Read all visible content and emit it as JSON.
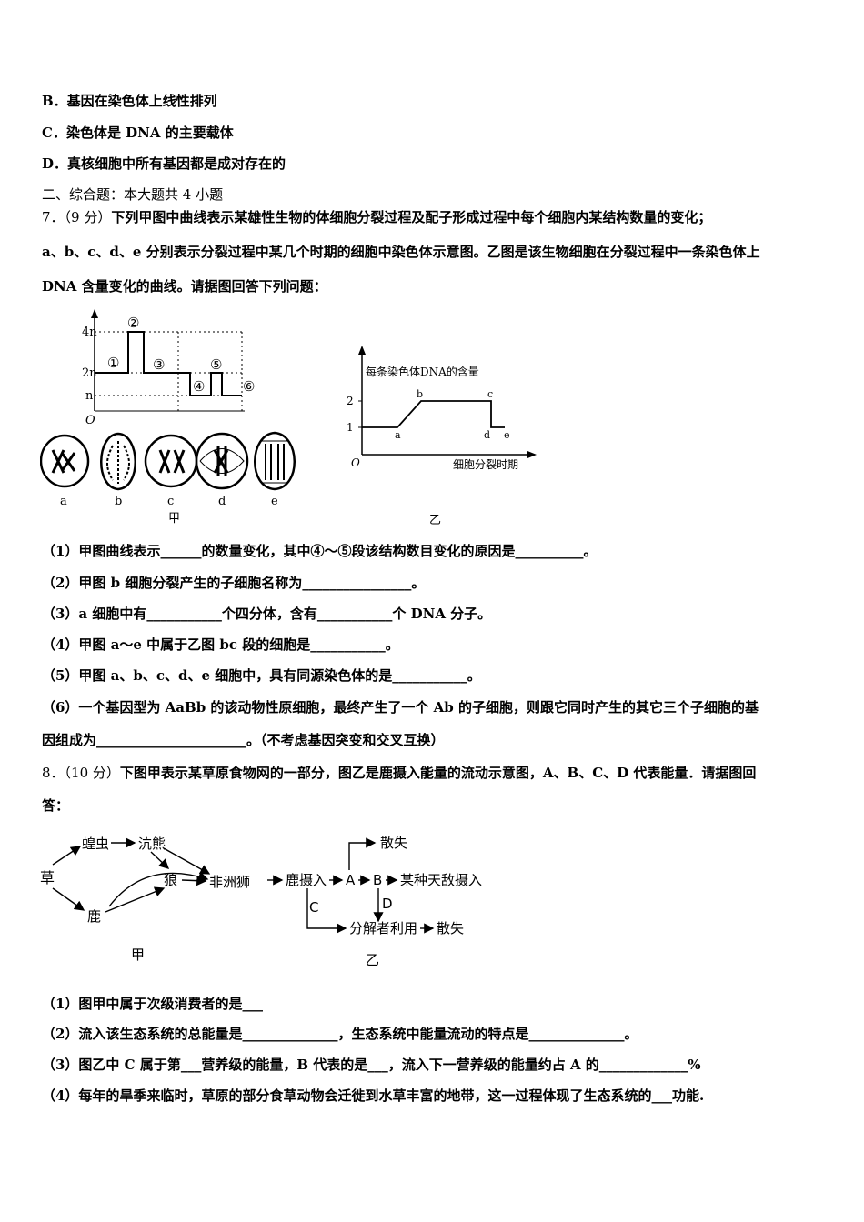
{
  "options": {
    "b": "B．基因在染色体上线性排列",
    "c": "C．染色体是 DNA 的主要载体",
    "d": "D．真核细胞中所有基因都是成对存在的"
  },
  "section2": "二、综合题：本大题共 4 小题",
  "q7": {
    "intro_num": "7．（9 分）",
    "intro_l1": "下列甲图中曲线表示某雄性生物的体细胞分裂过程及配子形成过程中每个细胞内某结构数量的变化；",
    "intro_l2": "a、b、c、d、e 分别表示分裂过程中某几个时期的细胞中染色体示意图。乙图是该生物细胞在分裂过程中一条染色体上",
    "intro_l3": "DNA 含量变化的曲线。请据图回答下列问题：",
    "fig_jia": {
      "y_labels": [
        "4n",
        "2n",
        "n",
        "O"
      ],
      "stages": [
        "①",
        "②",
        "③",
        "④",
        "⑤",
        "⑥"
      ],
      "cell_labels": [
        "a",
        "b",
        "c",
        "d",
        "e"
      ],
      "caption": "甲"
    },
    "fig_yi": {
      "ylabel": "每条染色体DNA的含量",
      "yticks": [
        "2",
        "1"
      ],
      "origin": "O",
      "xlabel": "细胞分裂时期",
      "points": [
        "a",
        "b",
        "c",
        "d",
        "e"
      ],
      "caption": "乙"
    },
    "sub1": "（1）甲图曲线表示______的数量变化，其中④～⑤段该结构数目变化的原因是__________。",
    "sub2": "（2）甲图 b 细胞分裂产生的子细胞名称为________________。",
    "sub3": "（3）a 细胞中有___________个四分体，含有___________个 DNA 分子。",
    "sub4": "（4）甲图 a～e 中属于乙图 bc 段的细胞是___________。",
    "sub5": "（5）甲图 a、b、c、d、e 细胞中，具有同源染色体的是___________。",
    "sub6_l1": "（6）一个基因型为 AaBb 的该动物性原细胞，最终产生了一个 Ab 的子细胞，则跟它同时产生的其它三个子细胞的基",
    "sub6_l2": "因组成为______________________。（不考虑基因突变和交叉互换）"
  },
  "q8": {
    "intro_num": "8．（10 分）",
    "intro_l1": "下图甲表示某草原食物网的一部分，图乙是鹿摄入能量的流动示意图，A、B、C、D 代表能量．请据图回",
    "intro_l2": "答：",
    "fig_jia": {
      "nodes": [
        "草",
        "蝗虫",
        "沆熊",
        "狼",
        "非洲狮",
        "鹿"
      ],
      "caption": "甲"
    },
    "fig_yi": {
      "nodes": [
        "鹿摄入",
        "A",
        "B",
        "某种天敌摄入",
        "散失",
        "C",
        "D",
        "分解者利用",
        "散失"
      ],
      "caption": "乙"
    },
    "sub1": "（1）图甲中属于次级消费者的是___",
    "sub2": "（2）流入该生态系统的总能量是______________，生态系统中能量流动的特点是______________。",
    "sub3": "（3）图乙中 C 属于第___营养级的能量，B 代表的是___，流入下一营养级的能量约占 A 的_____________%",
    "sub4": "（4）每年的旱季来临时，草原的部分食草动物会迁徙到水草丰富的地带，这一过程体现了生态系统的___功能."
  }
}
